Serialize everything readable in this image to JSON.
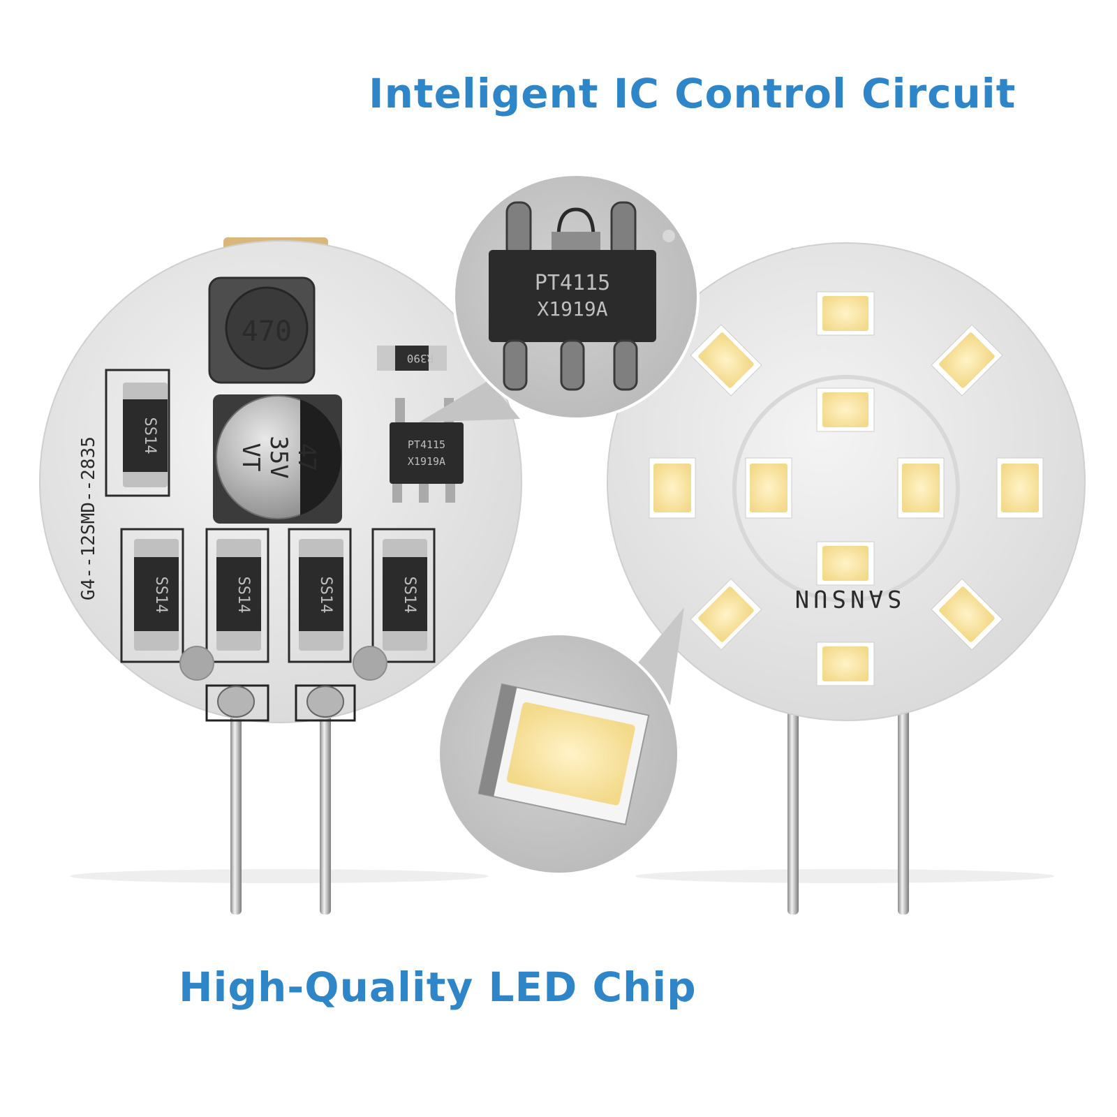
{
  "captions": {
    "top": "Inteligent IC Control Circuit",
    "bottom": "High-Quality LED Chip"
  },
  "driver_board": {
    "silkscreen": "G4--12SMD--2835",
    "inductor_label": "470",
    "capacitor_label_1": "47",
    "capacitor_label_2": "35V",
    "capacitor_label_3": "VT",
    "resistor_label": "R390",
    "ic_label": "PT4115",
    "ic_code": "X1919A",
    "diode_label": "SS14"
  },
  "zoom_ic": {
    "ic_label": "PT4115",
    "ic_code": "X1919A"
  },
  "led_board": {
    "brand": "SANSUN",
    "led_count": 12
  },
  "colors": {
    "caption": "#2e86c8",
    "board": "#e9e9e9",
    "led_yellow": "#f7e3a4"
  }
}
